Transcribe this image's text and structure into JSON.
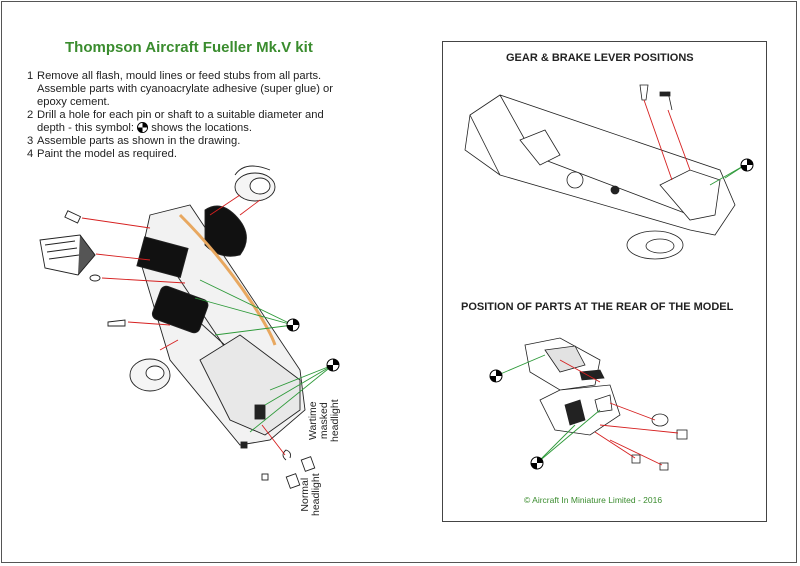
{
  "title": "Thompson Aircraft Fueller Mk.V kit",
  "instructions": [
    {
      "num": "1",
      "line1": "Remove all flash, mould lines or feed  stubs from all parts.",
      "line2": "Assemble parts with cyanoacrylate adhesive (super glue) or",
      "line3": "epoxy cement."
    },
    {
      "num": "2",
      "line1": "Drill a hole for each pin or shaft to a suitable diameter and",
      "line2a": "depth - this symbol:",
      "line2b": "shows the locations."
    },
    {
      "num": "3",
      "line1": "Assemble parts as shown in the drawing."
    },
    {
      "num": "4",
      "line1": "Paint the model as required."
    }
  ],
  "labels": {
    "wartime_line1": "Wartime",
    "wartime_line2": "masked",
    "wartime_line3": "headlight",
    "normal_line1": "Normal",
    "normal_line2": "headlight"
  },
  "right_panel": {
    "gear_heading": "GEAR & BRAKE LEVER POSITIONS",
    "rear_heading": "POSITION OF PARTS AT THE REAR OF THE MODEL",
    "copyright": "© Aircraft In Miniature Limited - 2016"
  },
  "colors": {
    "title_green": "#3a8c2e",
    "arrow_red": "#d62020",
    "arrow_green": "#2e9a3a"
  }
}
